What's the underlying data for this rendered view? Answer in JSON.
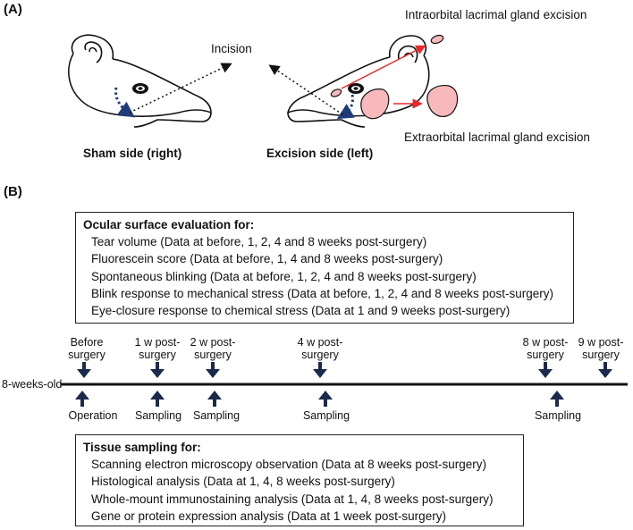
{
  "panel_a": {
    "label": "(A)",
    "incision_label": "Incision",
    "intraorbital_label": "Intraorbital lacrimal gland excision",
    "extraorbital_label": "Extraorbital lacrimal gland excision",
    "sham_side_label": "Sham side (right)",
    "excision_side_label": "Excision side (left)",
    "colors": {
      "gland_fill": "#f7b9bb",
      "arrow_red": "#e8262b",
      "incision_dots": "#1f3b7a"
    }
  },
  "panel_b": {
    "label": "(B)",
    "ocular_box": {
      "heading": "Ocular surface evaluation for:",
      "items": [
        "Tear volume (Data at before, 1, 2, 4 and 8 weeks post-surgery)",
        "Fluorescein score (Data at before, 1, 4 and 8 weeks post-surgery)",
        "Spontaneous blinking (Data at before, 1, 2, 4 and 8 weeks post-surgery)",
        "Blink response to mechanical stress (Data at before, 1, 2, 4 and 8 weeks post-surgery)",
        "Eye-closure response to chemical stress (Data at 1 and 9 weeks post-surgery)"
      ]
    },
    "timeline": {
      "start_label": "8-weeks-old",
      "top_labels": [
        [
          "Before",
          "surgery"
        ],
        [
          "1 w post-",
          "surgery"
        ],
        [
          "2 w post-",
          "surgery"
        ],
        [
          "4 w post-",
          "surgery"
        ],
        [
          "8 w post-",
          "surgery"
        ],
        [
          "9 w post-",
          "surgery"
        ]
      ],
      "bottom_labels": [
        "Operation",
        "Sampling",
        "Sampling",
        "Sampling",
        "Sampling"
      ],
      "arrow_color": "#1b2a4a"
    },
    "tissue_box": {
      "heading": "Tissue sampling for:",
      "items": [
        "Scanning electron microscopy observation (Data at 8 weeks post-surgery)",
        "Histological analysis (Data at 1, 4, 8 weeks post-surgery)",
        "Whole-mount immunostaining analysis (Data at 1, 4, 8 weeks post-surgery)",
        "Gene or protein expression analysis (Data at 1 week post-surgery)"
      ]
    }
  }
}
